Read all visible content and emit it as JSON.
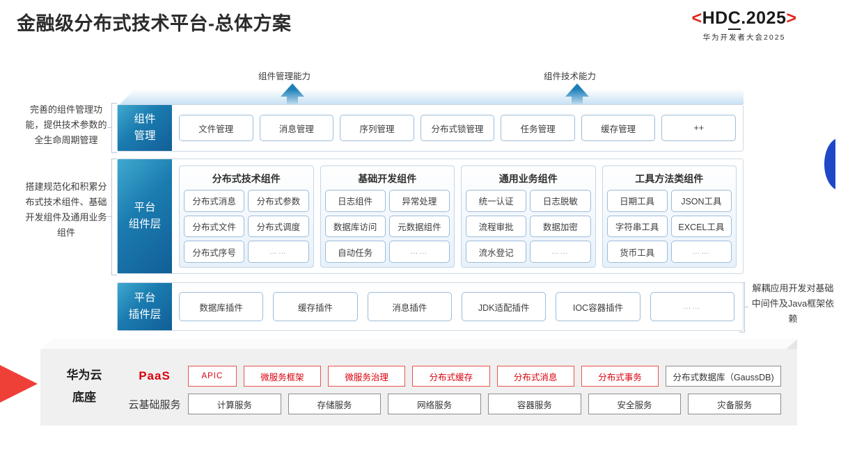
{
  "header": {
    "title": "金融级分布式技术平台-总体方案",
    "logo_bracket_left": "<",
    "logo_text": "HD",
    "logo_text_c": "C",
    "logo_text_tail": ".2025",
    "logo_bracket_right": ">",
    "logo_subtitle": "华为开发者大会2025"
  },
  "arrows": [
    {
      "label": "组件管理能力"
    },
    {
      "label": "组件技术能力"
    }
  ],
  "side_notes": {
    "left": [
      "完善的组件管理功能，提供技术参数的全生命周期管理",
      "搭建规范化和积累分布式技术组件、基础开发组件及通用业务组件"
    ],
    "right": [
      "解耦应用开发对基础中间件及Java框架依赖"
    ]
  },
  "component_management": {
    "layer_label_line1": "组件",
    "layer_label_line2": "管理",
    "chips": [
      "文件管理",
      "消息管理",
      "序列管理",
      "分布式锁管理",
      "任务管理",
      "缓存管理",
      "++"
    ]
  },
  "platform_component_layer": {
    "layer_label_line1": "平台",
    "layer_label_line2": "组件层",
    "groups": [
      {
        "title": "分布式技术组件",
        "items": [
          "分布式消息",
          "分布式参数",
          "分布式文件",
          "分布式调度",
          "分布式序号",
          "……"
        ]
      },
      {
        "title": "基础开发组件",
        "items": [
          "日志组件",
          "异常处理",
          "数据库访问",
          "元数据组件",
          "自动任务",
          "……"
        ]
      },
      {
        "title": "通用业务组件",
        "items": [
          "统一认证",
          "日志脱敏",
          "流程审批",
          "数据加密",
          "流水登记",
          "……"
        ]
      },
      {
        "title": "工具方法类组件",
        "items": [
          "日期工具",
          "JSON工具",
          "字符串工具",
          "EXCEL工具",
          "货币工具",
          "……"
        ]
      }
    ]
  },
  "platform_plugin_layer": {
    "layer_label_line1": "平台",
    "layer_label_line2": "插件层",
    "chips": [
      "数据库插件",
      "缓存插件",
      "消息插件",
      "JDK适配插件",
      "IOC容器插件",
      "……"
    ]
  },
  "huawei_cloud_base": {
    "title_line1": "华为云",
    "title_line2": "底座",
    "paas_label": "PaaS",
    "paas_items": [
      {
        "label": "APIC",
        "style": "red"
      },
      {
        "label": "微服务框架",
        "style": "red"
      },
      {
        "label": "微服务治理",
        "style": "red"
      },
      {
        "label": "分布式缓存",
        "style": "red"
      },
      {
        "label": "分布式消息",
        "style": "red"
      },
      {
        "label": "分布式事务",
        "style": "red"
      },
      {
        "label": "分布式数据库（GaussDB)",
        "style": "gray"
      }
    ],
    "infra_label": "云基础服务",
    "infra_items": [
      "计算服务",
      "存储服务",
      "网络服务",
      "容器服务",
      "安全服务",
      "灾备服务"
    ]
  },
  "colors": {
    "brand_red": "#e2231a",
    "paas_red": "#d9000d",
    "layer_blue": "#1b7cb0",
    "arrow_blue": "#1d7fb7",
    "accent_blue": "#1f47c8",
    "wedge_red": "#ee4037"
  }
}
